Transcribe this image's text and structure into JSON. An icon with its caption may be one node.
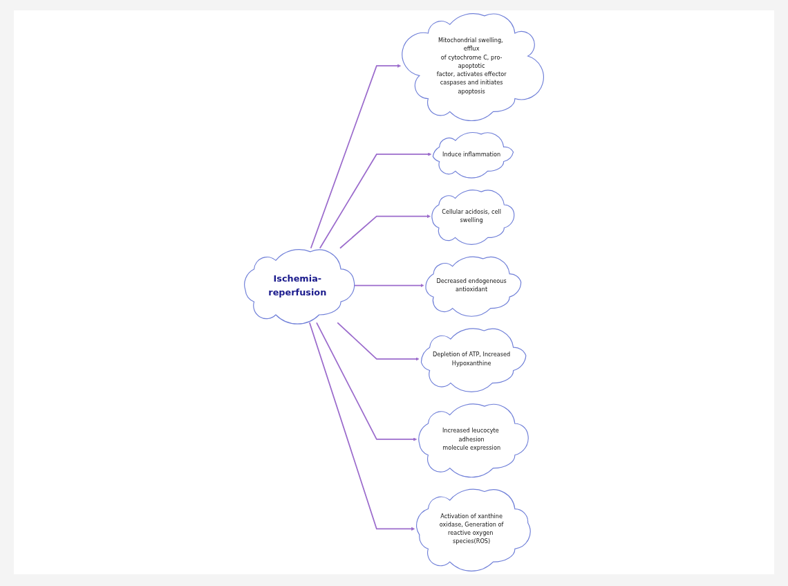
{
  "diagram": {
    "nodes": [
      {
        "text": [
          "Ischemia-reperfusion"
        ]
      },
      {
        "text": [
          "Mitochondrial swelling, efflux of cytochrome C, pro-apoptotic factor, activates effector caspases and initiates apoptosis"
        ]
      },
      {
        "text": [
          "Induce inflammation"
        ]
      },
      {
        "text": [
          "Cellular acidosis, cell swelling"
        ]
      },
      {
        "text": [
          "Decreased endogeneous antioxidant"
        ]
      },
      {
        "text": [
          "Depletion of ATP, Increased Hypoxanthine"
        ]
      },
      {
        "text": [
          "Increased leucocyte adhesion molecule expression"
        ]
      },
      {
        "text": [
          "Activation of xanthine oxidase, Generation of reactive oxygen species(ROS)"
        ]
      }
    ],
    "edges": [
      {
        "from": 0,
        "to": 1,
        "arrow": "to"
      },
      {
        "from": 0,
        "to": 2,
        "arrow": "to"
      },
      {
        "from": 0,
        "to": 3,
        "arrow": "to"
      },
      {
        "from": 0,
        "to": 4,
        "arrow": "to"
      },
      {
        "from": 0,
        "to": 5,
        "arrow": "to"
      },
      {
        "from": 0,
        "to": 6,
        "arrow": "to"
      },
      {
        "from": 0,
        "to": 7,
        "arrow": "to"
      }
    ]
  }
}
